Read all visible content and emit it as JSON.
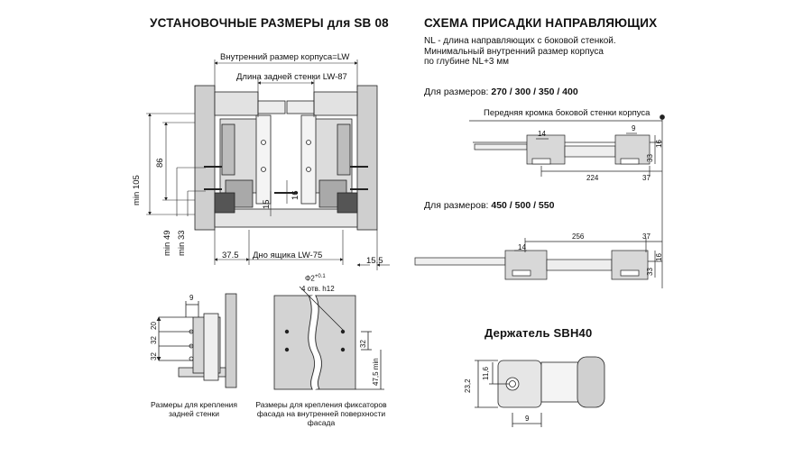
{
  "install": {
    "title": "УСТАНОВОЧНЫЕ РАЗМЕРЫ для SB 08",
    "inner_size": "Внутренний размер корпуса=LW",
    "back_wall": "Длина задней стенки  LW-87",
    "bottom": "Дно ящика  LW-75",
    "d_min105": "min 105",
    "d_86": "86",
    "d_min49": "min 49",
    "d_min33": "min 33",
    "d_37_5": "37.5",
    "d_15_5": "15.5",
    "d_15": "15",
    "d_16": "16"
  },
  "scheme": {
    "title": "СХЕМА ПРИСАДКИ НАПРАВЛЯЮЩИХ",
    "note_1": "NL - длина направляющих с боковой стенкой.",
    "note_2": "Минимальный внутренний размер корпуса",
    "note_3": "по глубине NL+3 мм",
    "sizes1_prefix": "Для размеров:",
    "sizes1_values": "270 / 300 / 350 / 400",
    "front_edge": "Передняя кромка боковой стенки корпуса",
    "d1_14": "14",
    "d1_9": "9",
    "d1_224": "224",
    "d1_37": "37",
    "d1_33": "33",
    "d1_16": "16",
    "sizes2_prefix": "Для размеров:",
    "sizes2_values": "450 / 500 / 550",
    "d2_14": "14",
    "d2_256": "256",
    "d2_37": "37",
    "d2_33": "33",
    "d2_16": "16"
  },
  "back_mount": {
    "d_9": "9",
    "d_20": "20",
    "d_32a": "32",
    "d_32b": "32",
    "caption": "Размеры  для крепления задней стенки"
  },
  "front_mount": {
    "phi": "Φ2",
    "tol": "+0.1",
    "holes": "4 отв. h12",
    "d_32": "32",
    "d_47_5": "47,5 min",
    "caption": "Размеры для крепления фиксаторов фасада на внутренней поверхности фасада"
  },
  "holder": {
    "title": "Держатель SBH40",
    "d_23_2": "23,2",
    "d_11_6": "11,6",
    "d_9": "9"
  }
}
